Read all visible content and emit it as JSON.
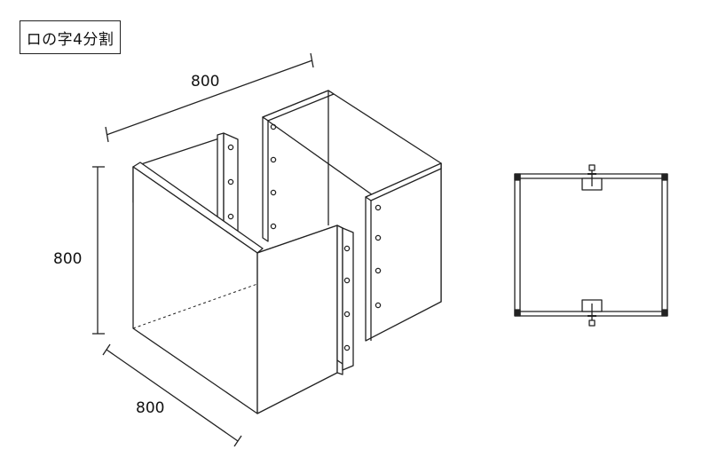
{
  "title": "ロの字4分割",
  "dimensions": {
    "width": "800",
    "height": "800",
    "depth": "800"
  },
  "colors": {
    "line": "#222222",
    "face": "#ffffff",
    "hole": "#ffffff"
  }
}
